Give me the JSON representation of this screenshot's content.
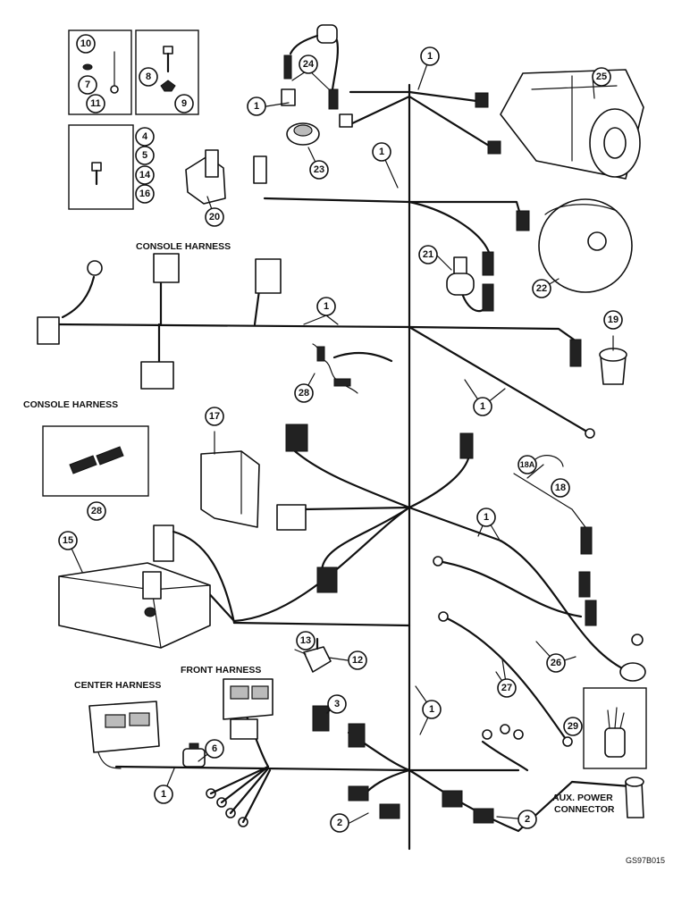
{
  "figure_code": "GS97B015",
  "labels": {
    "console_harness_top": "CONSOLE HARNESS",
    "console_harness_left": "CONSOLE HARNESS",
    "center_harness": "CENTER HARNESS",
    "front_harness": "FRONT HARNESS",
    "aux_power_line1": "AUX. POWER",
    "aux_power_line2": "CONNECTOR"
  },
  "callouts": {
    "c1a": "1",
    "c1b": "1",
    "c1c": "1",
    "c1d": "1",
    "c1e": "1",
    "c1f": "1",
    "c1g": "1",
    "c1h": "1",
    "c2a": "2",
    "c2b": "2",
    "c3": "3",
    "c4": "4",
    "c5": "5",
    "c6": "6",
    "c7": "7",
    "c8": "8",
    "c9": "9",
    "c10": "10",
    "c11": "11",
    "c12": "12",
    "c13": "13",
    "c14": "14",
    "c15": "15",
    "c16": "16",
    "c17": "17",
    "c18": "18",
    "c18a": "18A",
    "c19": "19",
    "c20": "20",
    "c21": "21",
    "c22": "22",
    "c23": "23",
    "c24": "24",
    "c25": "25",
    "c26": "26",
    "c27": "27",
    "c28a": "28",
    "c28b": "28",
    "c29": "29"
  }
}
